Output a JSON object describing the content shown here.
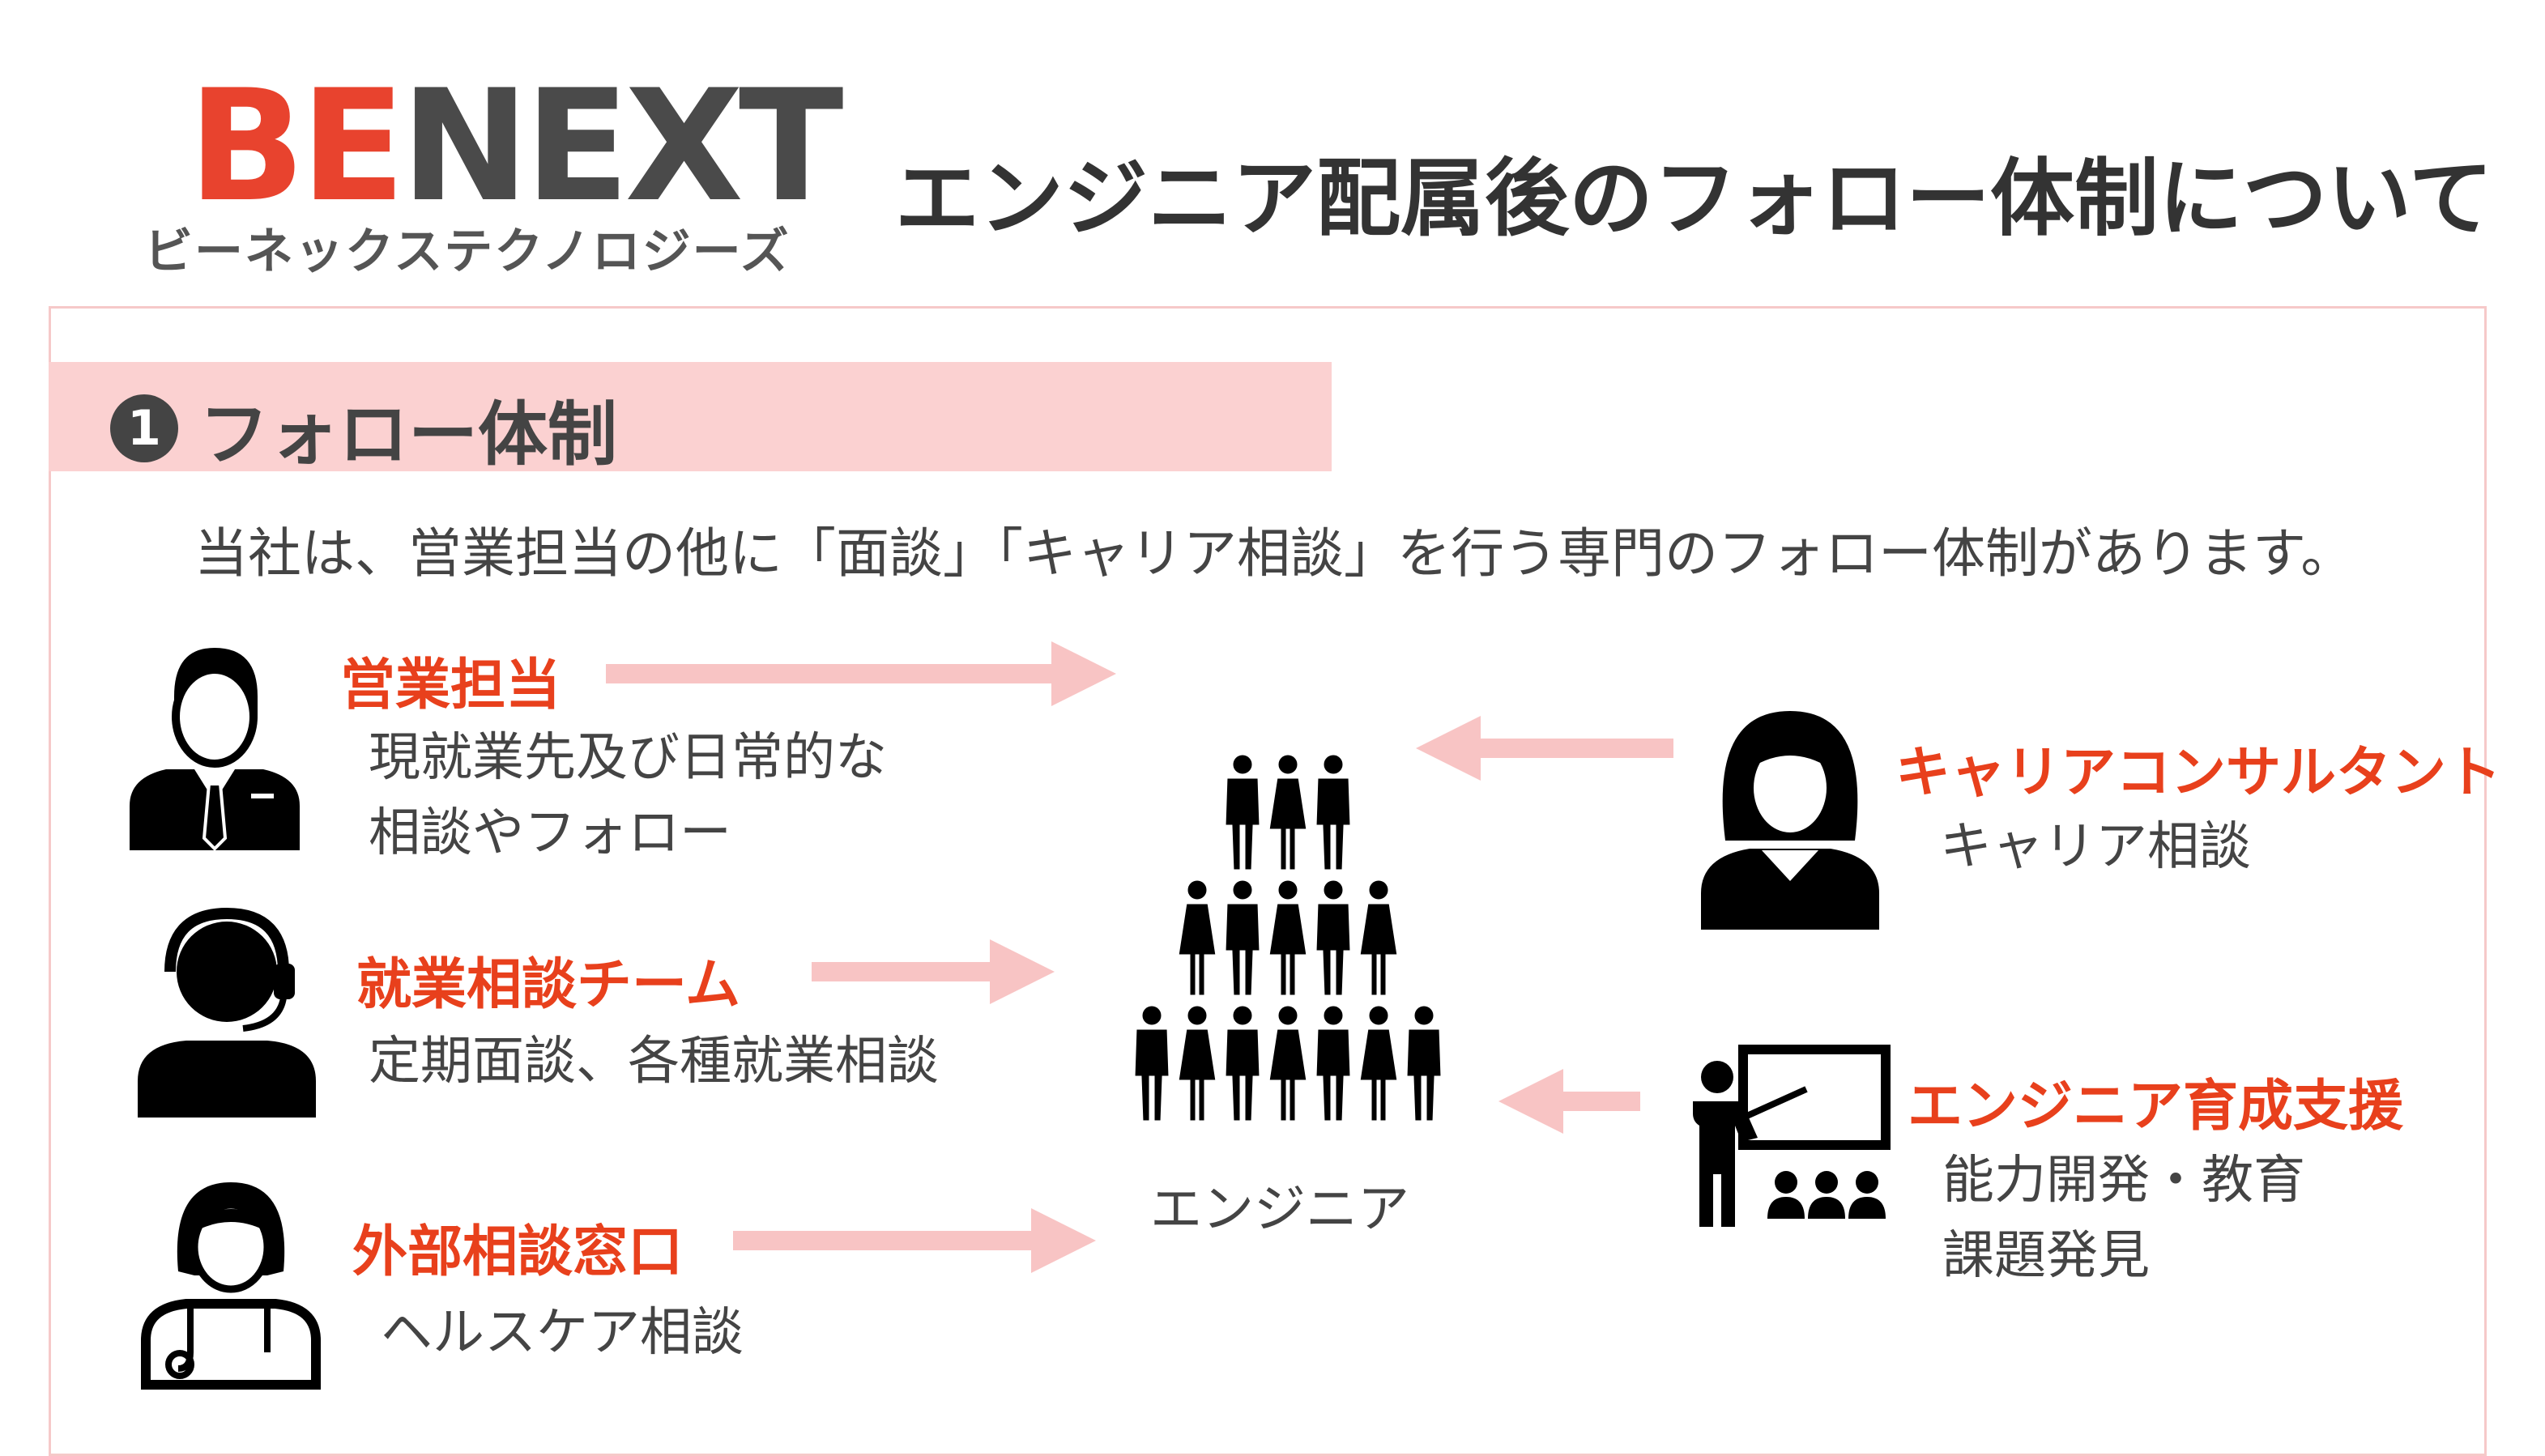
{
  "header": {
    "logo_b": "B",
    "logo_e": "E",
    "logo_rest": "NEXT",
    "logo_sub": "ビーネックステクノロジーズ",
    "title": "エンジニア配属後のフォロー体制について"
  },
  "section": {
    "number": "1",
    "title": "フォロー体制",
    "intro": "当社は、営業担当の他に「面談」「キャリア相談」を行う専門のフォロー体制があります。"
  },
  "left_roles": [
    {
      "title": "営業担当",
      "lines": [
        "現就業先及び日常的な",
        "相談やフォロー"
      ],
      "icon": "salesperson-icon"
    },
    {
      "title": "就業相談チーム",
      "lines": [
        "定期面談、各種就業相談"
      ],
      "icon": "headset-operator-icon"
    },
    {
      "title": "外部相談窓口",
      "lines": [
        "ヘルスケア相談"
      ],
      "icon": "nurse-icon"
    }
  ],
  "right_roles": [
    {
      "title": "キャリアコンサルタント",
      "lines": [
        "キャリア相談"
      ],
      "icon": "consultant-woman-icon"
    },
    {
      "title": "エンジニア育成支援",
      "lines": [
        "能力開発・教育",
        "課題発見"
      ],
      "icon": "teacher-board-icon"
    }
  ],
  "center": {
    "label": "エンジニア",
    "icon": "people-pyramid-icon"
  },
  "colors": {
    "accent": "#e8401c",
    "bar": "#fbd1d1",
    "arrow": "#f8c4c4",
    "border": "#f6c9c9"
  }
}
